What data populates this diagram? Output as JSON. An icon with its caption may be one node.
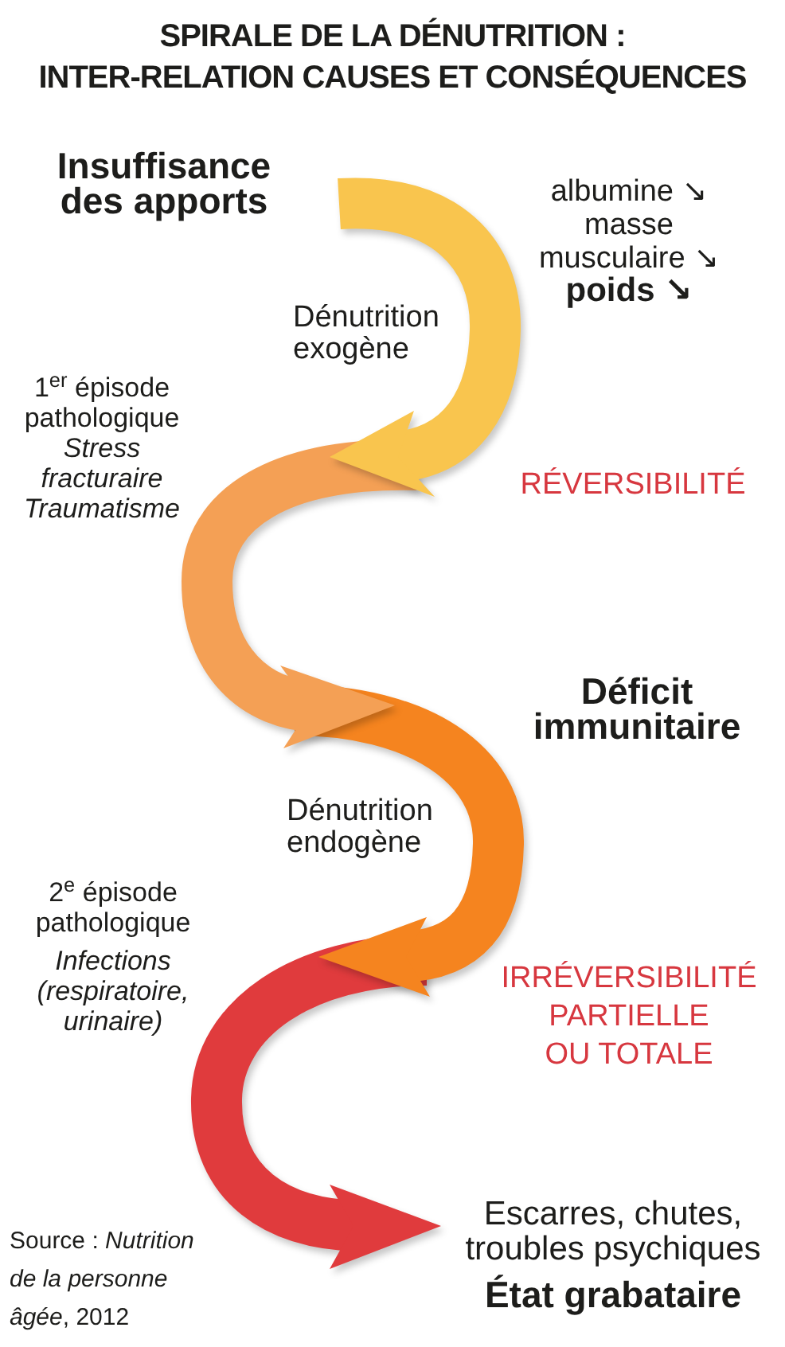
{
  "diagram": {
    "title": "SPIRALE DE LA DÉNUTRITION : INTER-RELATION CAUSES ET CONSÉQUENCES",
    "caption": "Source : *Nutrition de la personne âgée*, 2012",
    "labels": [
      "Insuffisance des apports",
      "albumine ↘",
      "masse musculaire ↘",
      "poids ↘",
      "Dénutrition exogène",
      "1$^{er}$ épisode pathologique",
      "Stress fracturaire Traumatisme",
      "RÉVERSIBILITÉ",
      "Déficit immunitaire",
      "Dénutrition endogène",
      "2$^{e}$ épisode pathologique",
      "Infections (respiratoire, urinaire)",
      "IRRÉVERSIBILITÉ PARTIELLE OU TOTALE",
      "Escarres, chutes, troubles psychiques",
      "État grabataire"
    ]
  }
}
